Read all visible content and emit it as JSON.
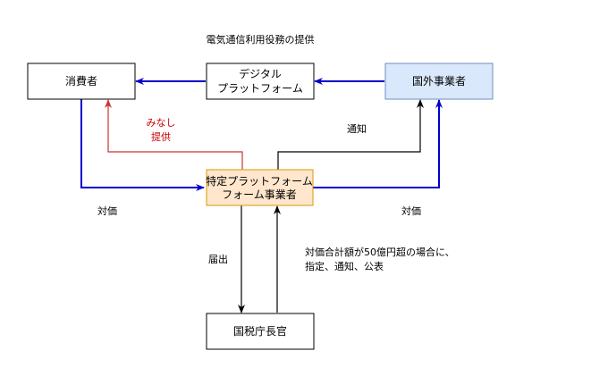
{
  "title_label": "電気通信利用役務の提供",
  "nodes": {
    "consumer": {
      "label": "消費者"
    },
    "digital_platform": {
      "line1": "デジタル",
      "line2": "プラットフォーム"
    },
    "foreign_business": {
      "label": "国外事業者"
    },
    "specified_platform": {
      "line1": "特定プラットフォーム",
      "line2": "フォーム事業者"
    },
    "tax_agency": {
      "label": "国税庁長官"
    }
  },
  "labels": {
    "deemed_line1": "みなし",
    "deemed_line2": "提供",
    "notice": "通知",
    "consideration_left": "対価",
    "consideration_right": "対価",
    "filing": "届出",
    "condition_line1": "対価合計額が50億円超の場合に、",
    "condition_line2": "指定、通知、公表"
  },
  "colors": {
    "blue_arrow": "#0000cc",
    "red_arrow": "#cc3333",
    "black_arrow": "#000000",
    "foreign_fill": "#dae8fc",
    "foreign_stroke": "#6c8ebf",
    "specified_fill": "#ffe6cc",
    "specified_stroke": "#d79b00"
  }
}
